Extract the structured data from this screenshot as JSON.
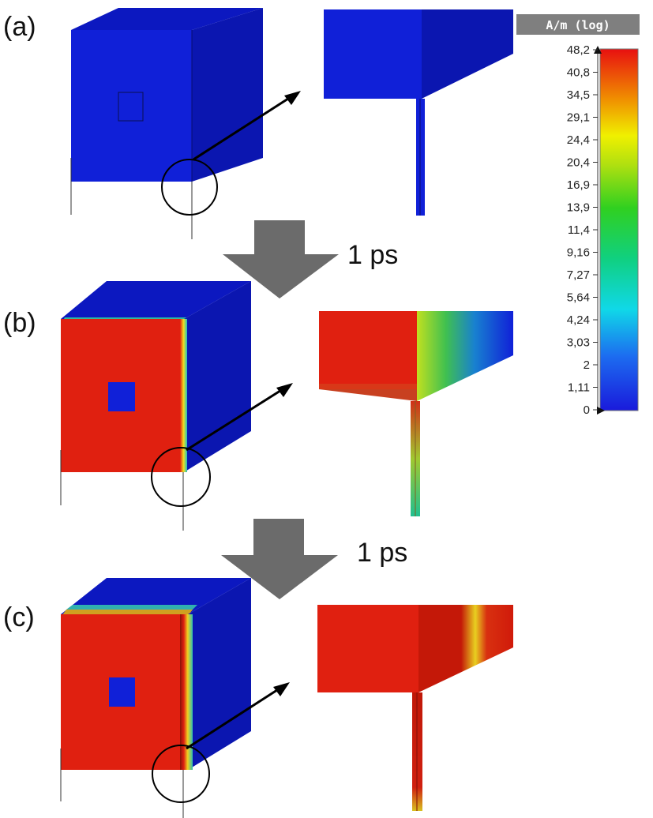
{
  "panels": [
    {
      "label": "(a)",
      "state": "initial"
    },
    {
      "label": "(b)",
      "state": "after-1ps"
    },
    {
      "label": "(c)",
      "state": "after-2ps"
    }
  ],
  "steps": [
    {
      "label": "1 ps"
    },
    {
      "label": "1 ps"
    }
  ],
  "color_scale": {
    "title": "A/m (log)",
    "ticks": [
      "48,2",
      "40,8",
      "34,5",
      "29,1",
      "24,4",
      "20,4",
      "16,9",
      "13,9",
      "11,4",
      "9,16",
      "7,27",
      "5,64",
      "4,24",
      "3,03",
      "2",
      "1,11",
      "0"
    ]
  },
  "colors": {
    "blue": "#1020d8",
    "dark_blue": "#0b16b0",
    "red": "#e02010",
    "dark_red": "#c01808",
    "arrow_gray": "#6b6b6b",
    "scale_header": "#7f7f7f"
  }
}
